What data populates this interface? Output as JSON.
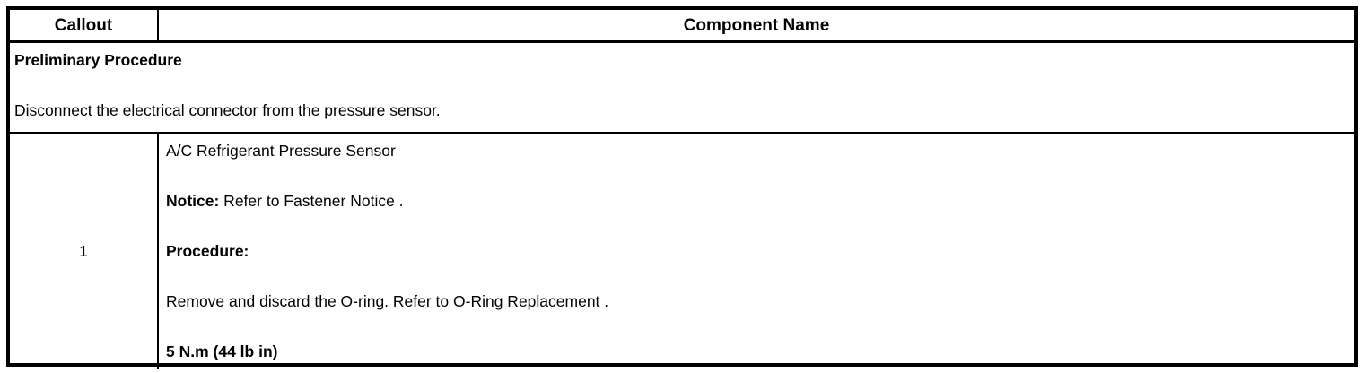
{
  "table": {
    "header": {
      "callout": "Callout",
      "component_name": "Component Name"
    },
    "preliminary": {
      "title": "Preliminary Procedure",
      "instruction": "Disconnect the electrical connector from the pressure sensor."
    },
    "rows": [
      {
        "callout": "1",
        "component": {
          "name": "A/C Refrigerant Pressure Sensor",
          "notice_label": "Notice:",
          "notice_text": " Refer to Fastener Notice .",
          "procedure_label": "Procedure:",
          "procedure_text": "Remove and discard the O-ring. Refer to O-Ring Replacement .",
          "torque_spec": "5 N.m (44 lb in)"
        }
      }
    ]
  }
}
